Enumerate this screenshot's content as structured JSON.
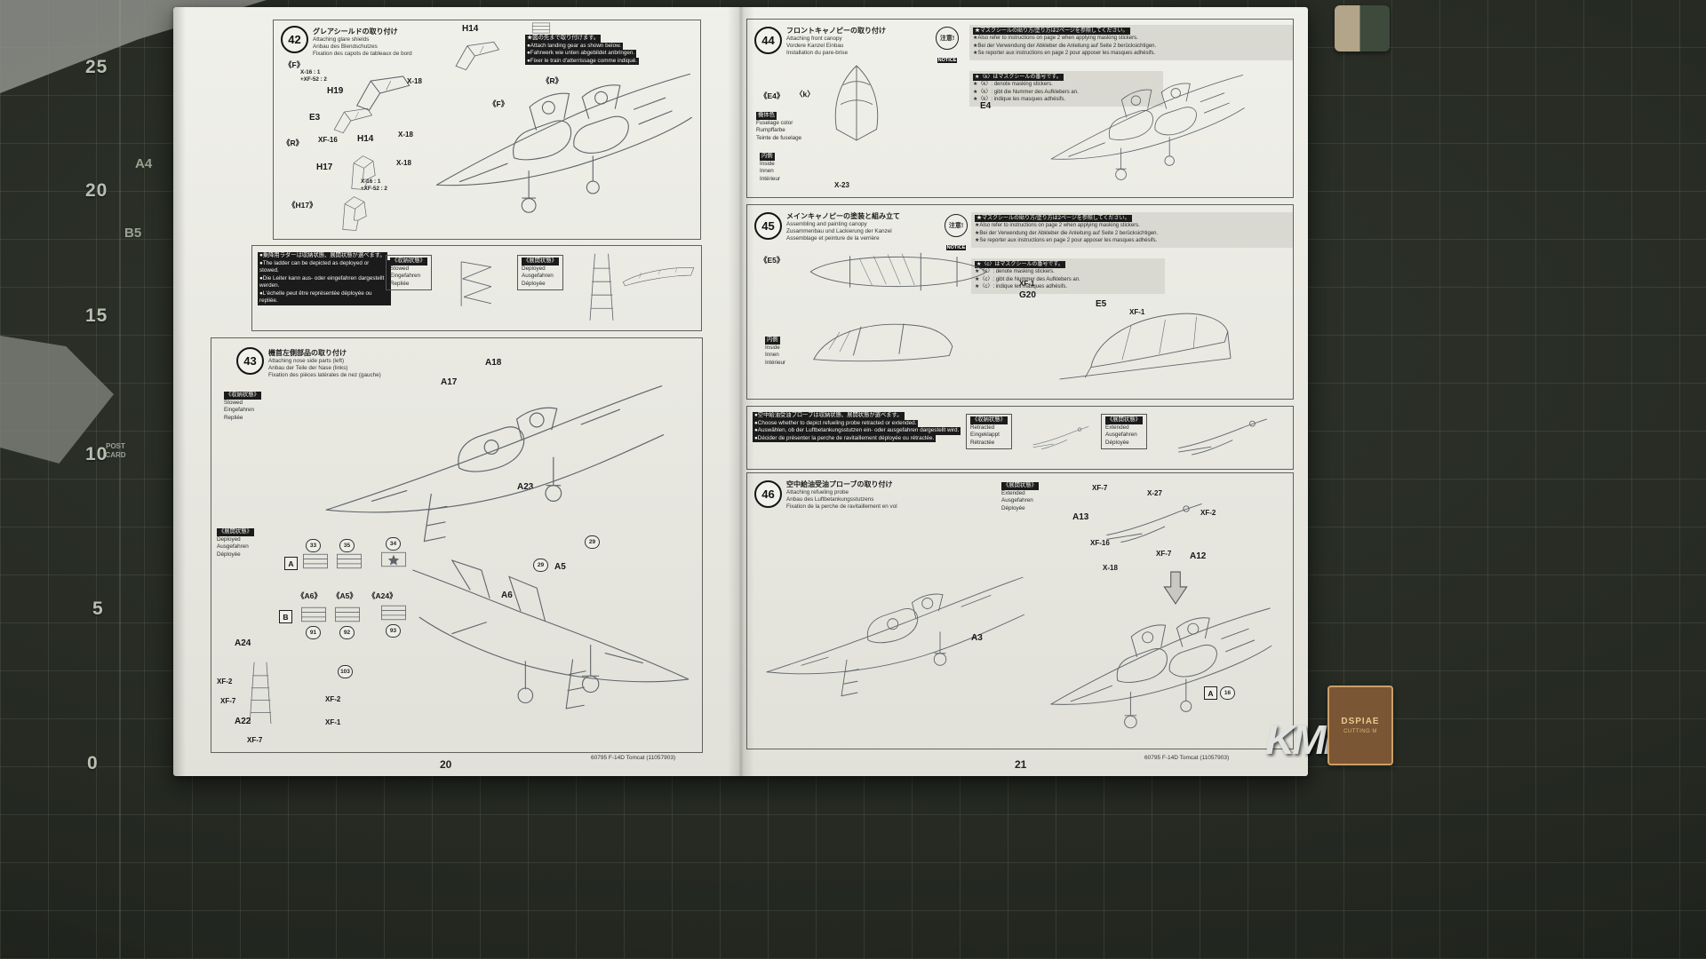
{
  "mat": {
    "ruler_numbers": [
      "25",
      "20",
      "15",
      "10",
      "5",
      "0"
    ],
    "label_a4": "A4",
    "label_b5": "B5",
    "label_postcard": "POST CARD",
    "logo": "KME",
    "card_title": "DSPIAE",
    "card_subtitle": "CUTTING M"
  },
  "footer": {
    "product": "60795 F-14D Tomcat (11057903)",
    "page_left": "20",
    "page_right": "21"
  },
  "states": {
    "stowed": {
      "ja": "《収納状態》",
      "en": "Stowed",
      "de": "Eingefahren",
      "fr": "Repliée"
    },
    "deployed": {
      "ja": "《展開状態》",
      "en": "Deployed",
      "de": "Ausgefahren",
      "fr": "Déployée"
    },
    "retracted": {
      "ja": "《収納状態》",
      "en": "Retracted",
      "de": "Eingeklappt",
      "fr": "Rétractée"
    },
    "extended": {
      "ja": "《展開状態》",
      "en": "Extended",
      "de": "Ausgefahren",
      "fr": "Déployée"
    },
    "inside": {
      "ja": "内側",
      "en": "Inside",
      "de": "Innen",
      "fr": "Intérieur"
    },
    "fuselage_color": {
      "ja": "機体色",
      "en": "Fuselage color",
      "de": "Rumpffarbe",
      "fr": "Teinte de fuselage"
    }
  },
  "notice": {
    "ja": "注意!",
    "en": "NOTICE"
  },
  "masking": {
    "ja": "★マスクシールの貼り方/塗り方は2ページを参照してください。",
    "en": "★Also refer to instructions on page 2 when applying masking stickers.",
    "de": "★Bei der Verwendung der Abkleber die Anleitung auf Seite 2 berücksichtigen.",
    "fr": "★Se reporter aux instructions en page 2 pour apposer les masques adhésifs."
  },
  "step42": {
    "num": "42",
    "title_ja": "グレアシールドの取り付け",
    "title_en": "Attaching glare shields",
    "title_de": "Anbau des Blendschutzes",
    "title_fr": "Fixation des capots de tableaux de bord",
    "note_ja": "★図の先まで取り付けます。",
    "note_en": "●Attach landing gear as shown below.",
    "note_de": "●Fahrwerk wie unten abgebildet anbringen.",
    "note_fr": "●Fixer le train d'atterrissage comme indiqué.",
    "part_h14_top": "H14",
    "label_f": "《F》",
    "mix_f": "X-16 : 1\n+XF-52 : 2",
    "part_h19": "H19",
    "paint_x18_a": "X-18",
    "part_e3": "E3",
    "label_r": "《R》",
    "paint_xf16": "XF-16",
    "part_h14": "H14",
    "paint_x18_b": "X-18",
    "part_h17": "H17",
    "paint_x18_c": "X-18",
    "mix_r": "X-16 : 1\n+XF-52 : 2",
    "label_h17": "《H17》",
    "callout_f": "《F》",
    "callout_r": "《R》"
  },
  "ladder_note": {
    "ja": "●乗降用ラダーは収納状態、展開状態が選べます。",
    "en": "●The ladder can be depicted as deployed or stowed.",
    "de": "●Die Leiter kann aus- oder eingefahren dargestellt werden.",
    "fr": "●L'échelle peut être représentée déployée ou repliée."
  },
  "step43": {
    "num": "43",
    "title_ja": "機首左側部品の取り付け",
    "title_en": "Attaching nose side parts (left)",
    "title_de": "Anbau der Teile der Nase (links)",
    "title_fr": "Fixation des pièces latérales de nez (gauche)",
    "part_a17": "A17",
    "part_a18": "A18",
    "part_a23": "A23",
    "marking_a": "A",
    "marking_b": "B",
    "d33": "33",
    "d35": "35",
    "d34": "34",
    "d91": "91",
    "d92": "92",
    "d93": "93",
    "d103": "103",
    "d29a": "29",
    "d29b": "29",
    "group_a6": "《A6》",
    "group_a5": "《A5》",
    "group_a24": "《A24》",
    "part_a24": "A24",
    "part_a22": "A22",
    "part_a5": "A5",
    "part_a6": "A6",
    "paint_xf2_a": "XF-2",
    "paint_xf7_a": "XF-7",
    "paint_xf2_b": "XF-2",
    "paint_xf1": "XF-1",
    "paint_xf7_b": "XF-7"
  },
  "step44": {
    "num": "44",
    "title_ja": "フロントキャノピーの取り付け",
    "title_en": "Attaching front canopy",
    "title_de": "Vordere Kanzel Einbau",
    "title_fr": "Installation du pare-brise",
    "k_note_ja": "★〈k〉はマスクシールの番号です。",
    "k_note_en": "★〈k〉: denote masking stickers.",
    "k_note_de": "★〈k〉: gibt die Nummer des Aufklebers an.",
    "k_note_fr": "★〈k〉: indique les masques adhésifs.",
    "label_e4": "《E4》",
    "label_k": "〈k〉",
    "paint_x23": "X-23",
    "part_e4": "E4"
  },
  "step45": {
    "num": "45",
    "title_ja": "メインキャノピーの塗装と組み立て",
    "title_en": "Assembling and painting canopy",
    "title_de": "Zusammenbau und Lackierung der Kanzel",
    "title_fr": "Assemblage et peinture de la verrière",
    "c_note_ja": "★〈c〉はマスクシールの番号です。",
    "c_note_en": "★〈c〉: denote masking stickers.",
    "c_note_de": "★〈c〉: gibt die Nummer des Aufklebers an.",
    "c_note_fr": "★〈c〉: indique les masques adhésifs.",
    "label_e5": "《E5》",
    "paint_xf1_a": "XF-1",
    "part_g20": "G20",
    "part_e5": "E5",
    "paint_xf1_b": "XF-1"
  },
  "probe_note": {
    "ja": "●空中給油受油プローブは収納状態、展開状態が選べます。",
    "en": "●Choose whether to depict refueling probe retracted or extended.",
    "de": "●Auswählen, ob der Luftbetankungsstutzen ein- oder ausgefahren dargestellt wird.",
    "fr": "●Décider de présenter la perche de ravitaillement déployée ou rétractée."
  },
  "step46": {
    "num": "46",
    "title_ja": "空中給油受油プローブの取り付け",
    "title_en": "Attaching refueling probe",
    "title_de": "Anbau des Luftbetankungsstutzens",
    "title_fr": "Fixation de la perche de ravitaillement en vol",
    "part_a13": "A13",
    "paint_xf7_a": "XF-7",
    "paint_x27": "X-27",
    "paint_xf2": "XF-2",
    "paint_xf16": "XF-16",
    "paint_xf7_b": "XF-7",
    "paint_x18": "X-18",
    "part_a12": "A12",
    "part_a3": "A3",
    "marking_a": "A",
    "decal_16": "16"
  }
}
